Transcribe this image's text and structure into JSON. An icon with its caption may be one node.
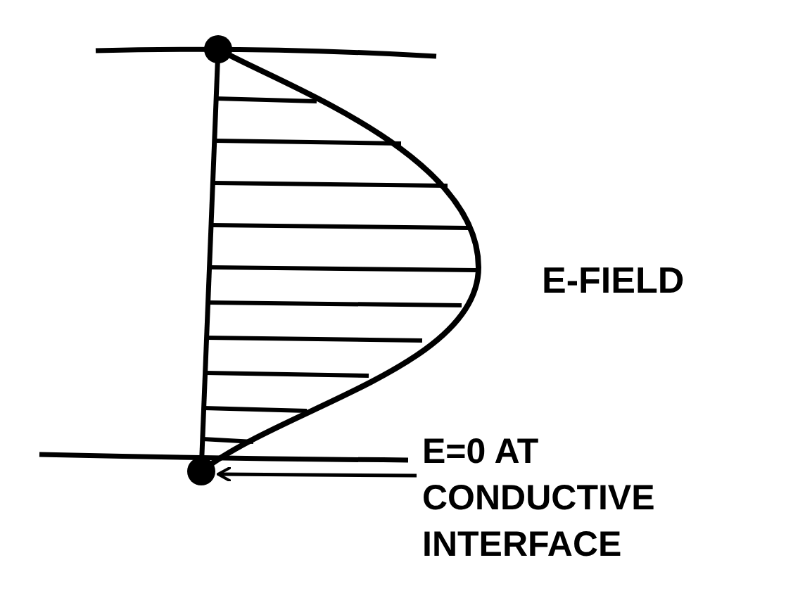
{
  "diagram": {
    "nodes": [
      {
        "text": [],
        "shape": "circle"
      },
      {
        "text": [
          "E=0 AT CONDUCTIVE INTERFACE"
        ]
      }
    ],
    "edges": [
      {
        "from": 1,
        "to": 0,
        "arrow": "to"
      }
    ],
    "labels": [
      "E-FIELD"
    ]
  }
}
